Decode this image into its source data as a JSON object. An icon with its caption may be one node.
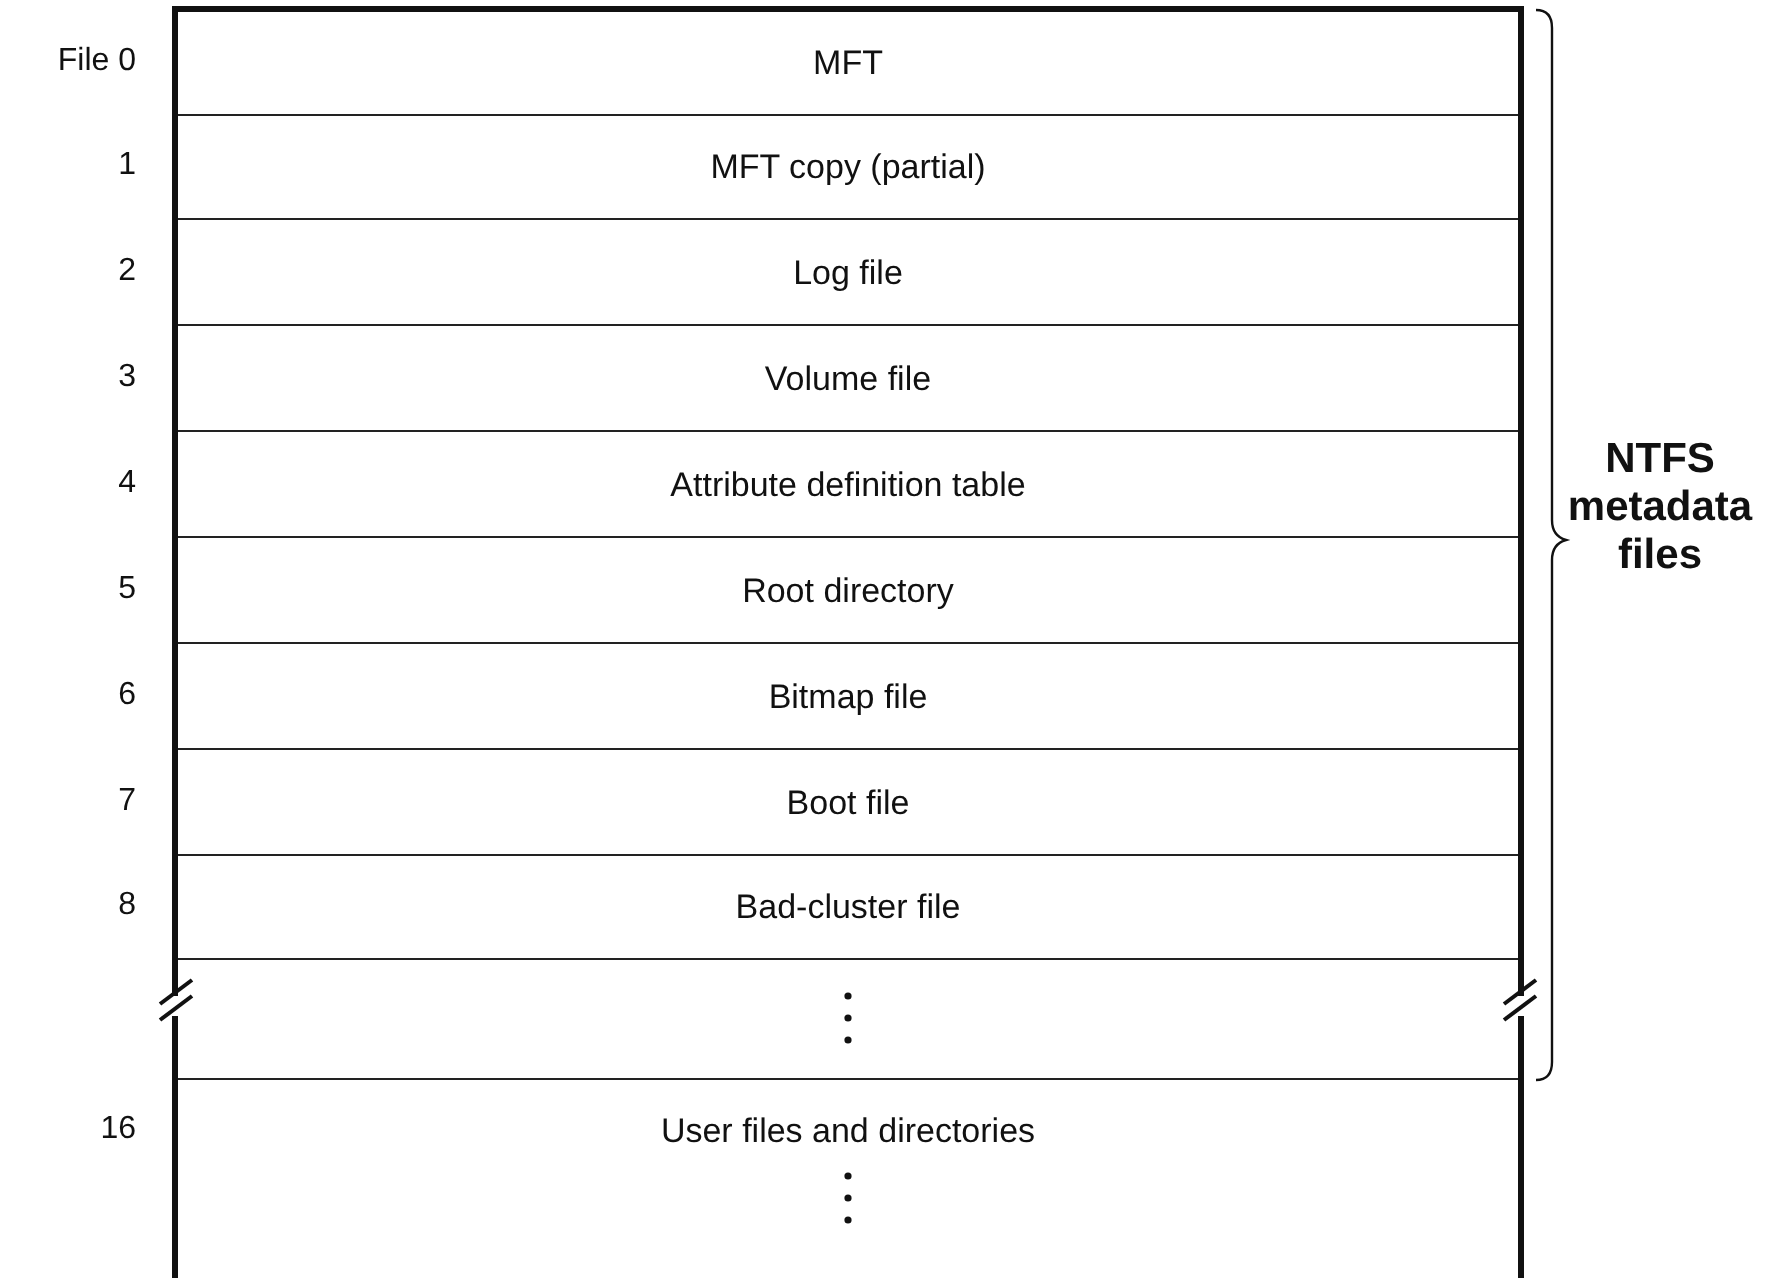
{
  "diagram": {
    "nodes": [
      {
        "text": [
          "MFT"
        ]
      },
      {
        "text": [
          "MFT copy (partial)"
        ]
      },
      {
        "text": [
          "Log file"
        ]
      },
      {
        "text": [
          "Volume file"
        ]
      },
      {
        "text": [
          "Attribute definition table"
        ]
      },
      {
        "text": [
          "Root directory"
        ]
      },
      {
        "text": [
          "Bitmap file"
        ]
      },
      {
        "text": [
          "Boot file"
        ]
      },
      {
        "text": [
          "Bad-cluster file"
        ]
      },
      {
        "text": [],
        "shape": "box"
      },
      {
        "text": [
          "User files and directories"
        ]
      }
    ],
    "edges": [],
    "labels": [
      "File 0",
      "1",
      "2",
      "3",
      "4",
      "5",
      "6",
      "7",
      "8",
      "16",
      "NTFS metadata files"
    ]
  }
}
